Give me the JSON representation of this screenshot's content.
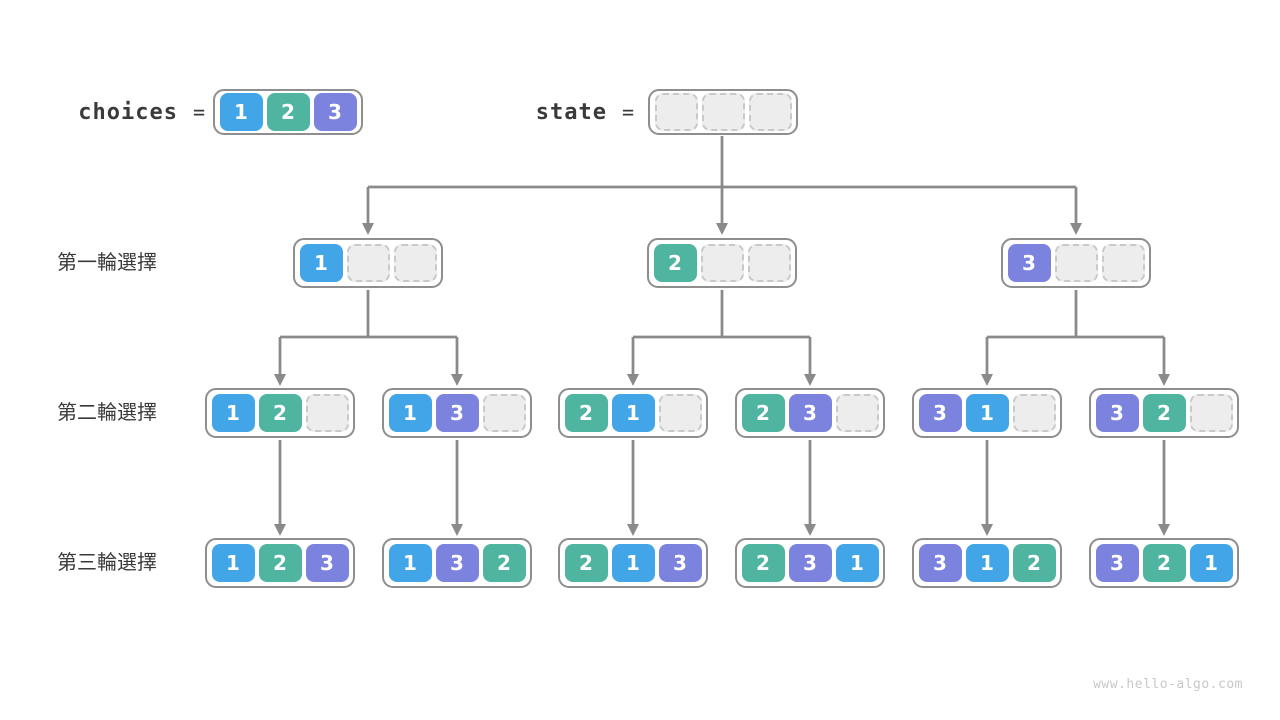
{
  "colors": {
    "num1": "#41A5E7",
    "num2": "#4FB5A1",
    "num3": "#7B83DF",
    "empty-fill": "#EDEDED",
    "empty-border": "#C9C9C9",
    "box-border": "#8E8E8E",
    "line": "#8A8A8A",
    "text": "#3A3A3A",
    "watermark": "#C8C8C8"
  },
  "header": {
    "choices_label": "choices",
    "choices_equals": "=",
    "state_label": "state",
    "state_equals": "=",
    "choices_cells": [
      "1",
      "2",
      "3"
    ],
    "state_cells": [
      "",
      "",
      ""
    ]
  },
  "rows": [
    {
      "label": "第一輪選擇",
      "boxes": [
        [
          "1",
          "",
          ""
        ],
        [
          "2",
          "",
          ""
        ],
        [
          "3",
          "",
          ""
        ]
      ]
    },
    {
      "label": "第二輪選擇",
      "boxes": [
        [
          "1",
          "2",
          ""
        ],
        [
          "1",
          "3",
          ""
        ],
        [
          "2",
          "1",
          ""
        ],
        [
          "2",
          "3",
          ""
        ],
        [
          "3",
          "1",
          ""
        ],
        [
          "3",
          "2",
          ""
        ]
      ]
    },
    {
      "label": "第三輪選擇",
      "boxes": [
        [
          "1",
          "2",
          "3"
        ],
        [
          "1",
          "3",
          "2"
        ],
        [
          "2",
          "1",
          "3"
        ],
        [
          "2",
          "3",
          "1"
        ],
        [
          "3",
          "1",
          "2"
        ],
        [
          "3",
          "2",
          "1"
        ]
      ]
    }
  ],
  "watermark": "www.hello-algo.com"
}
